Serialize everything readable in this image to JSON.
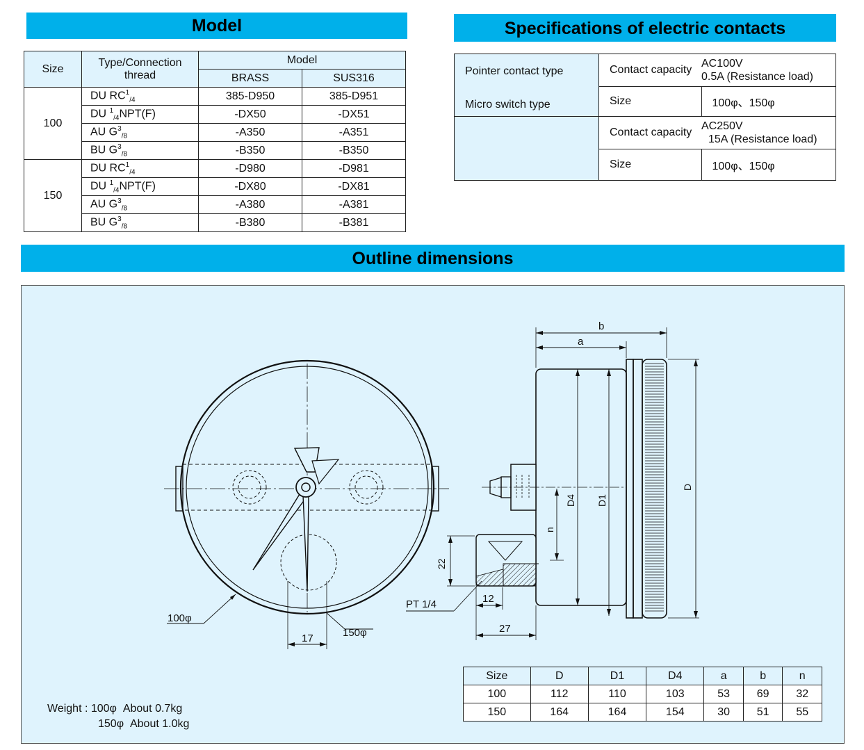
{
  "model_section": {
    "banner": "Model",
    "headers": {
      "size": "Size",
      "type": "Type/Connection thread",
      "model": "Model",
      "brass": "BRASS",
      "sus": "SUS316"
    },
    "groups": [
      {
        "size": "100",
        "rows": [
          {
            "type": "DU RC",
            "sup": "1",
            "sub": "/4",
            "suffix": "",
            "brass": "385-D950",
            "sus": "385-D951"
          },
          {
            "type": "DU ",
            "sup": "1",
            "sub": "/4",
            "suffix": "NPT(F)",
            "brass": "-DX50",
            "sus": "-DX51"
          },
          {
            "type": "AU G",
            "sup": "3",
            "sub": "/8",
            "suffix": "",
            "brass": "-A350",
            "sus": "-A351"
          },
          {
            "type": "BU G",
            "sup": "3",
            "sub": "/8",
            "suffix": "",
            "brass": "-B350",
            "sus": "-B350"
          }
        ]
      },
      {
        "size": "150",
        "rows": [
          {
            "type": "DU RC",
            "sup": "1",
            "sub": "/4",
            "suffix": "",
            "brass": "-D980",
            "sus": "-D981"
          },
          {
            "type": "DU ",
            "sup": "1",
            "sub": "/4",
            "suffix": "NPT(F)",
            "brass": "-DX80",
            "sus": "-DX81"
          },
          {
            "type": "AU G",
            "sup": "3",
            "sub": "/8",
            "suffix": "",
            "brass": "-A380",
            "sus": "-A381"
          },
          {
            "type": "BU G",
            "sup": "3",
            "sub": "/8",
            "suffix": "",
            "brass": "-B380",
            "sus": "-B381"
          }
        ]
      }
    ]
  },
  "spec_section": {
    "banner": "Specifications of electric contacts",
    "pointer_type": "Pointer contact type",
    "micro_type": "Micro switch type",
    "contact_capacity_label": "Contact capacity",
    "pointer_capacity_1": "AC100V",
    "pointer_capacity_2": "0.5A (Resistance load)",
    "micro_capacity_1": "AC250V",
    "micro_capacity_2": "15A (Resistance load)",
    "size_label": "Size",
    "size_value": "100φ、150φ"
  },
  "outline_section": {
    "banner": "Outline dimensions",
    "labels": {
      "b": "b",
      "a": "a",
      "D": "D",
      "D1": "D1",
      "D4": "D4",
      "n": "n",
      "dim22": "22",
      "dim12": "12",
      "dim27": "27",
      "dim17": "17",
      "pt": "PT 1/4",
      "phi100": "100φ",
      "phi150": "150φ"
    },
    "weight": {
      "label": "Weight : 100φ",
      "value1": "About 0.7kg",
      "row2_size": "150φ",
      "value2": "About 1.0kg"
    },
    "dims_table": {
      "headers": [
        "Size",
        "D",
        "D1",
        "D4",
        "a",
        "b",
        "n"
      ],
      "rows": [
        [
          "100",
          "112",
          "110",
          "103",
          "53",
          "69",
          "32"
        ],
        [
          "150",
          "164",
          "164",
          "154",
          "30",
          "51",
          "55"
        ]
      ]
    }
  }
}
